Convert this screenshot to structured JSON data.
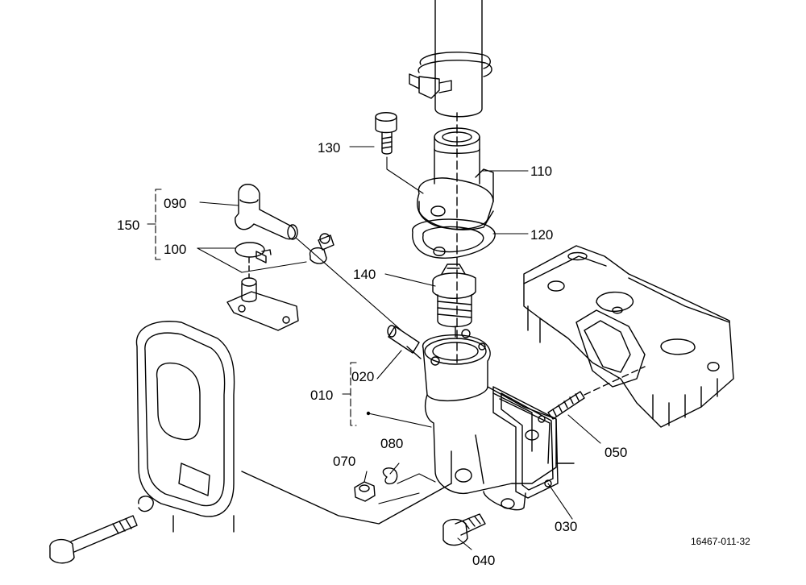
{
  "labels": {
    "p010": "010",
    "p020": "020",
    "p030": "030",
    "p040": "040",
    "p050": "050",
    "p070": "070",
    "p080": "080",
    "p090": "090",
    "p100": "100",
    "p110": "110",
    "p120": "120",
    "p130": "130",
    "p140": "140",
    "p150": "150"
  },
  "figure_code": "16467-011-32"
}
